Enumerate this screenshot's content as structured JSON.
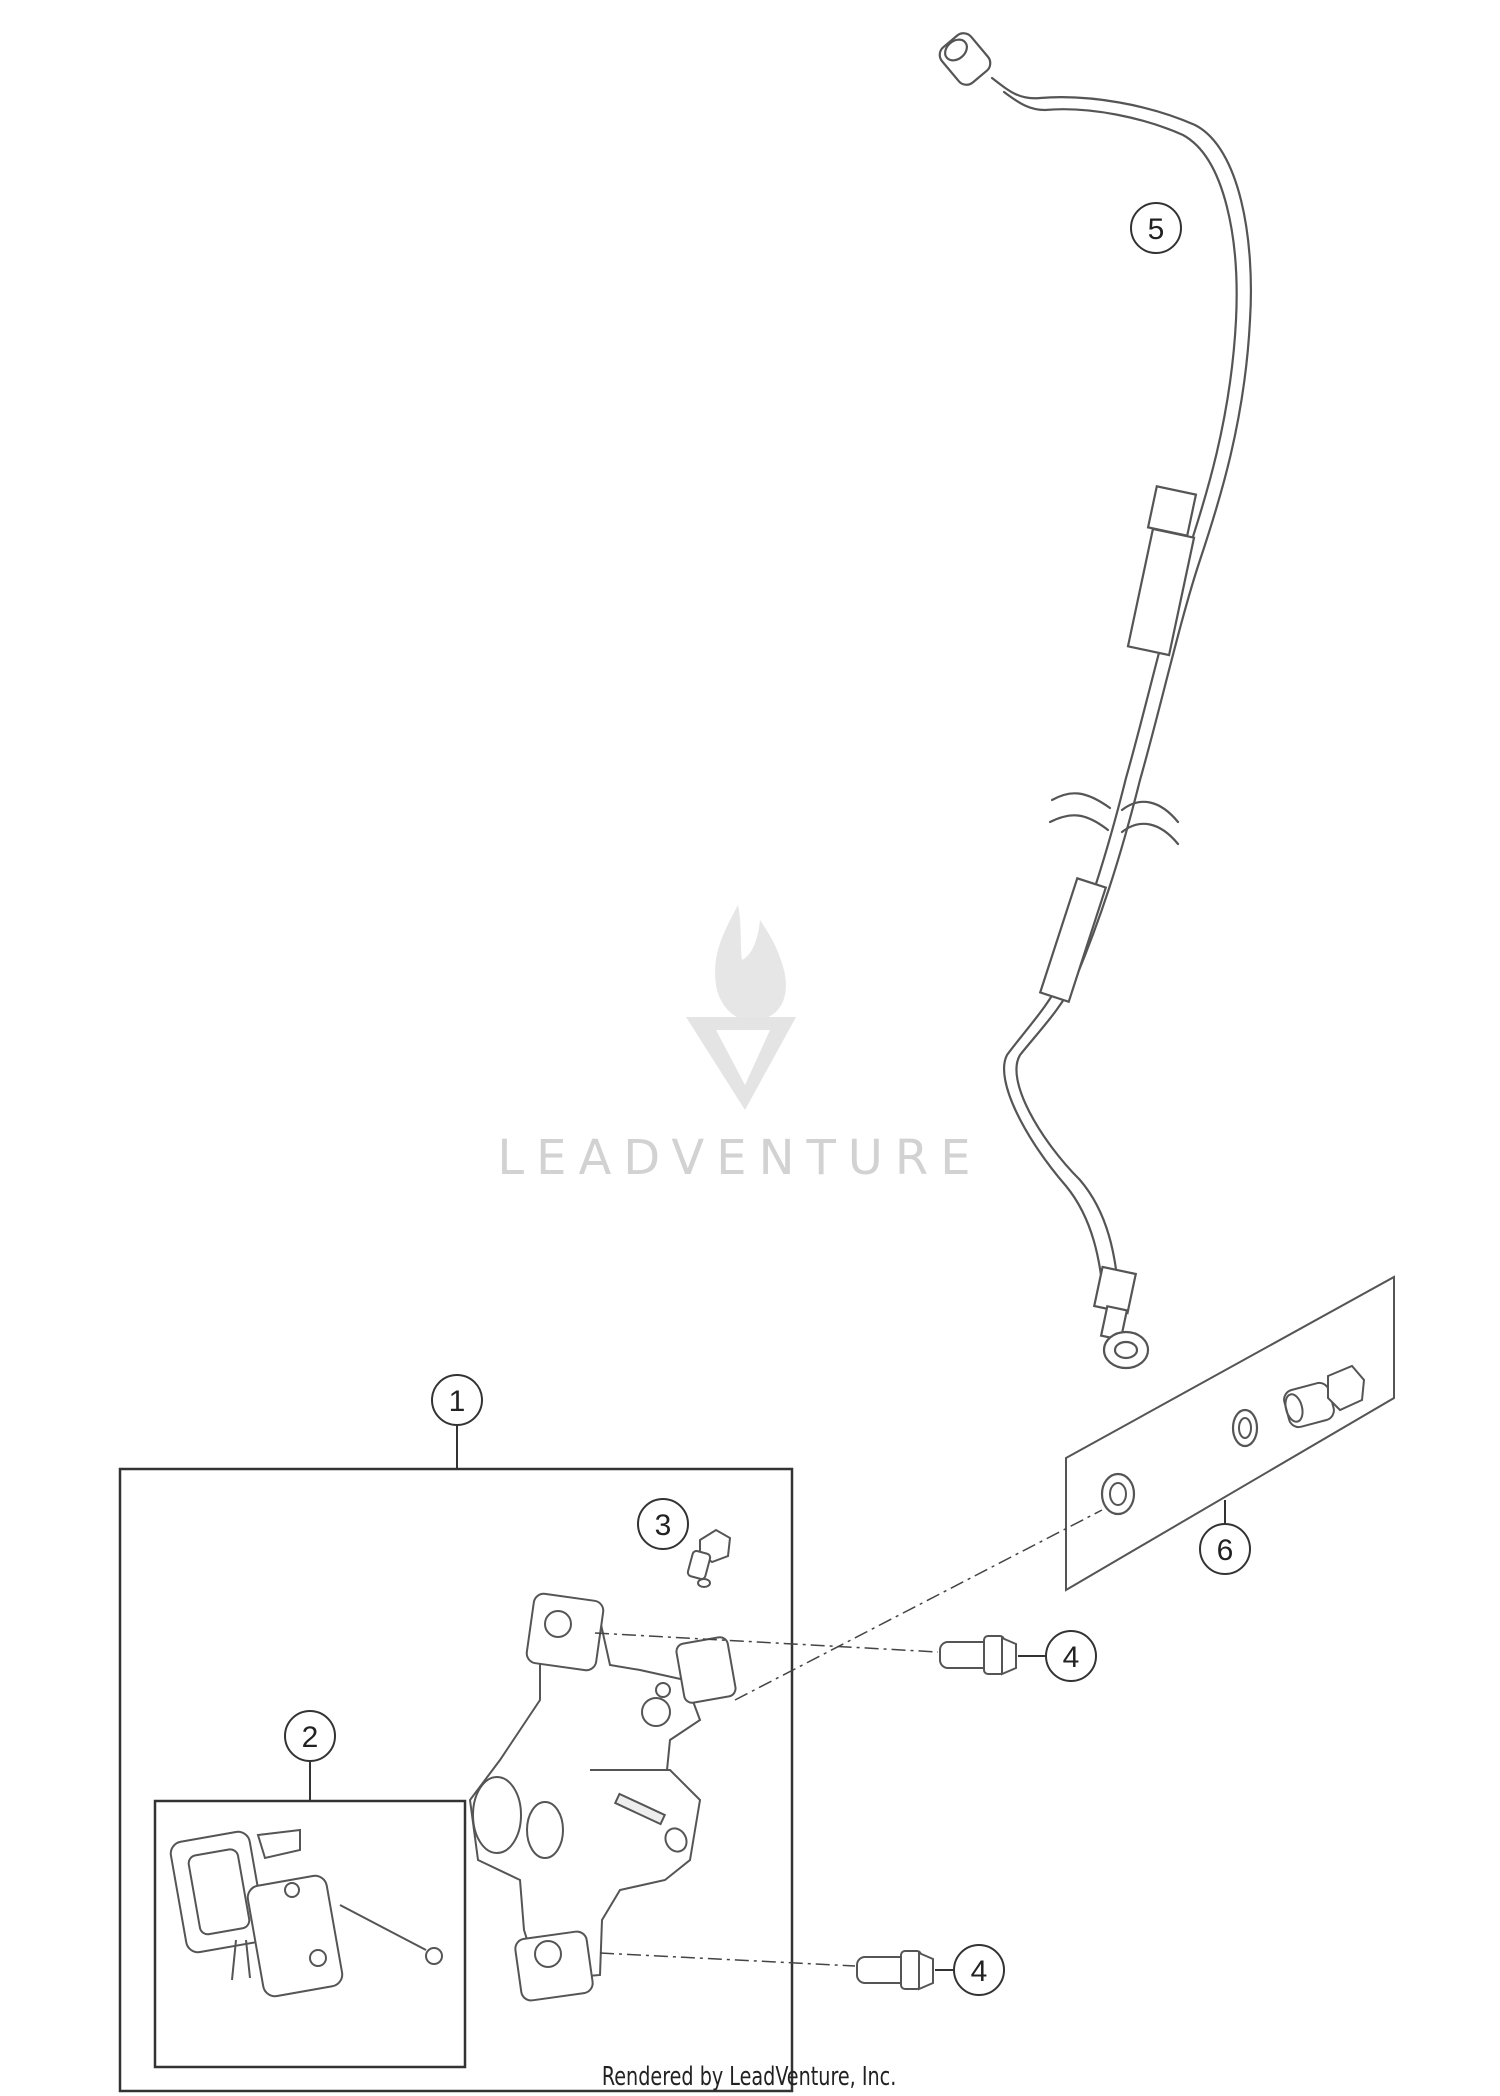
{
  "callouts": [
    {
      "id": "callout-1",
      "label": "1"
    },
    {
      "id": "callout-2",
      "label": "2"
    },
    {
      "id": "callout-3",
      "label": "3"
    },
    {
      "id": "callout-4a",
      "label": "4"
    },
    {
      "id": "callout-4b",
      "label": "4"
    },
    {
      "id": "callout-5",
      "label": "5"
    },
    {
      "id": "callout-6",
      "label": "6"
    }
  ],
  "watermark": {
    "text": "LEADVENTURE"
  },
  "footer": {
    "text": "Rendered by LeadVenture, Inc."
  }
}
